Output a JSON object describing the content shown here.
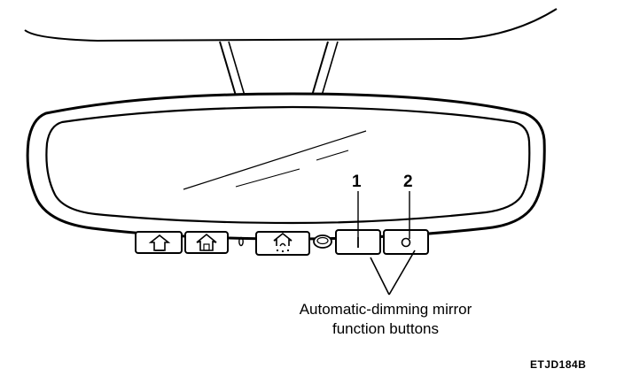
{
  "callouts": {
    "one": "1",
    "two": "2"
  },
  "caption": {
    "line1": "Automatic-dimming mirror",
    "line2": "function buttons"
  },
  "figure_id": "ETJD184B",
  "buttons": [
    {
      "name": "up-arrow-button",
      "icon": "up-arrow-icon"
    },
    {
      "name": "home-button",
      "icon": "home-icon"
    },
    {
      "name": "indicator-light",
      "icon": "led-icon",
      "label": "0"
    },
    {
      "name": "homelink-button",
      "icon": "home-signal-icon"
    },
    {
      "name": "light-sensor",
      "icon": "sensor-icon"
    },
    {
      "name": "dimming-on-button",
      "icon": "power-line-icon"
    },
    {
      "name": "dimming-off-button",
      "icon": "power-circle-icon"
    }
  ],
  "colors": {
    "line": "#000000",
    "background": "#ffffff"
  }
}
